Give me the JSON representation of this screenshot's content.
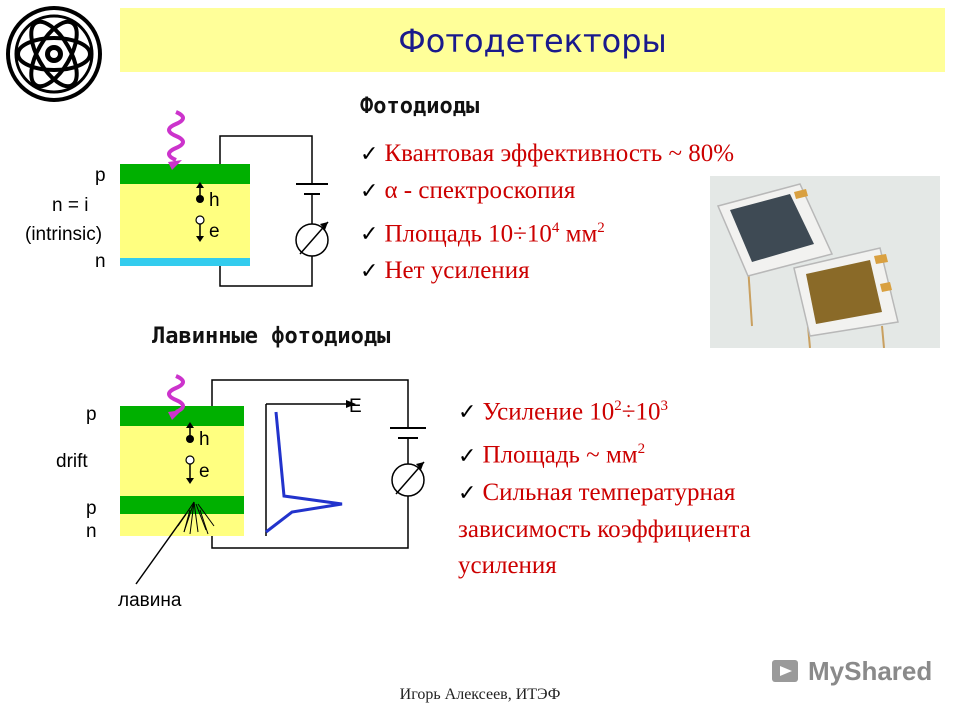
{
  "title": "Фотодетекторы",
  "photodiodes": {
    "heading": "Фотодиоды",
    "layers": {
      "p": "p",
      "n_i": "n = i",
      "intrinsic": "(intrinsic)",
      "n": "n"
    },
    "carriers": {
      "h": "h",
      "e": "e"
    },
    "bullets": [
      {
        "pre": "Квантовая эффективность ~ 80%",
        "sup": "",
        "post": ""
      },
      {
        "pre": "α - спектроскопия",
        "sup": "",
        "post": ""
      },
      {
        "pre": "Площадь 10÷10",
        "sup": "4",
        "post": " мм",
        "sup2": "2"
      },
      {
        "pre": "Нет усиления",
        "sup": "",
        "post": ""
      }
    ]
  },
  "avalanche": {
    "heading": "Лавинные фотодиоды",
    "layers": {
      "p_top": "p",
      "drift": "drift",
      "p_bottom": "p",
      "n": "n"
    },
    "carriers": {
      "h": "h",
      "e": "e"
    },
    "field_label": "E",
    "avalanche_label": "лавина",
    "bullets": [
      {
        "pre": "Усиление 10",
        "sup": "2",
        "mid": "÷10",
        "sup2": "3"
      },
      {
        "pre": "Площадь ~ мм",
        "sup": "2"
      },
      {
        "pre": "Сильная температурная"
      }
    ],
    "continuation": [
      "зависимость коэффициента",
      "усиления"
    ]
  },
  "footer": "Игорь Алексеев, ИТЭФ",
  "watermark": "MyShared",
  "colors": {
    "title_bg": "#ffff99",
    "title_text": "#1a1a8c",
    "bullet_text": "#cc0000",
    "layer_green": "#00b000",
    "layer_yellow": "#ffff80",
    "layer_cyan": "#33ccee",
    "photon_wave": "#cc33cc",
    "field_line": "#2233cc"
  }
}
